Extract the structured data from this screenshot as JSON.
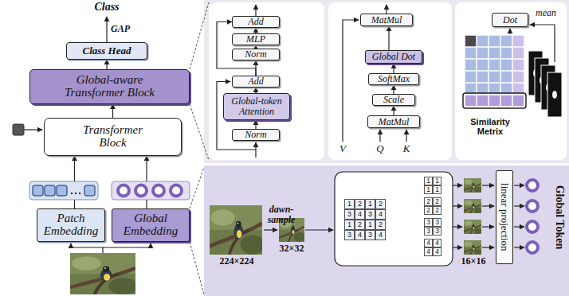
{
  "diagram": {
    "nodes": [
      {
        "text": [
          "Class Head"
        ]
      },
      {
        "text": [
          "Global-aware Transformer Block"
        ]
      },
      {
        "text": [
          "Transformer Block"
        ]
      },
      {
        "text": [
          "Patch Embedding"
        ]
      },
      {
        "text": [
          "Global Embedding"
        ]
      },
      {
        "text": [
          "Add"
        ]
      },
      {
        "text": [
          "MLP"
        ]
      },
      {
        "text": [
          "Norm"
        ]
      },
      {
        "text": [
          "Add"
        ]
      },
      {
        "text": [
          "Global-token Attention"
        ]
      },
      {
        "text": [
          "Norm"
        ]
      },
      {
        "text": [
          "MatMul"
        ]
      },
      {
        "text": [
          "Global Dot"
        ]
      },
      {
        "text": [
          "SoftMax"
        ]
      },
      {
        "text": [
          "Scale"
        ]
      },
      {
        "text": [
          "MatMul"
        ]
      },
      {
        "text": [
          "Dot"
        ]
      },
      {
        "text": [
          "linear projection"
        ]
      }
    ],
    "edges": [
      {
        "from": 1,
        "to": 0,
        "arrow": "to"
      },
      {
        "from": 2,
        "to": 1,
        "arrow": "to"
      },
      {
        "from": 3,
        "to": 2,
        "arrow": "to"
      },
      {
        "from": 4,
        "to": 2,
        "arrow": "to"
      },
      {
        "from": 10,
        "to": 9,
        "arrow": "to"
      },
      {
        "from": 9,
        "to": 8,
        "arrow": "to"
      },
      {
        "from": 8,
        "to": 7,
        "arrow": "to"
      },
      {
        "from": 7,
        "to": 6,
        "arrow": "to"
      },
      {
        "from": 6,
        "to": 5,
        "arrow": "to"
      },
      {
        "from": 8,
        "to": 5,
        "arrow": "to"
      },
      {
        "from": 15,
        "to": 14,
        "arrow": "to"
      },
      {
        "from": 14,
        "to": 13,
        "arrow": "to"
      },
      {
        "from": 13,
        "to": 12,
        "arrow": "to"
      },
      {
        "from": 12,
        "to": 11,
        "arrow": "to"
      }
    ],
    "labels": [
      "Class",
      "GAP",
      "V",
      "Q",
      "K",
      "mean",
      "Similarity Metrix",
      "dawn-sample",
      "224×224",
      "32×32",
      "1",
      "2",
      "1",
      "2",
      "3",
      "4",
      "3",
      "4",
      "1",
      "2",
      "1",
      "2",
      "3",
      "4",
      "3",
      "4",
      "1",
      "1",
      "1",
      "1",
      "2",
      "2",
      "2",
      "2",
      "3",
      "3",
      "3",
      "3",
      "4",
      "4",
      "4",
      "4",
      "16×16",
      "Global Token"
    ]
  }
}
